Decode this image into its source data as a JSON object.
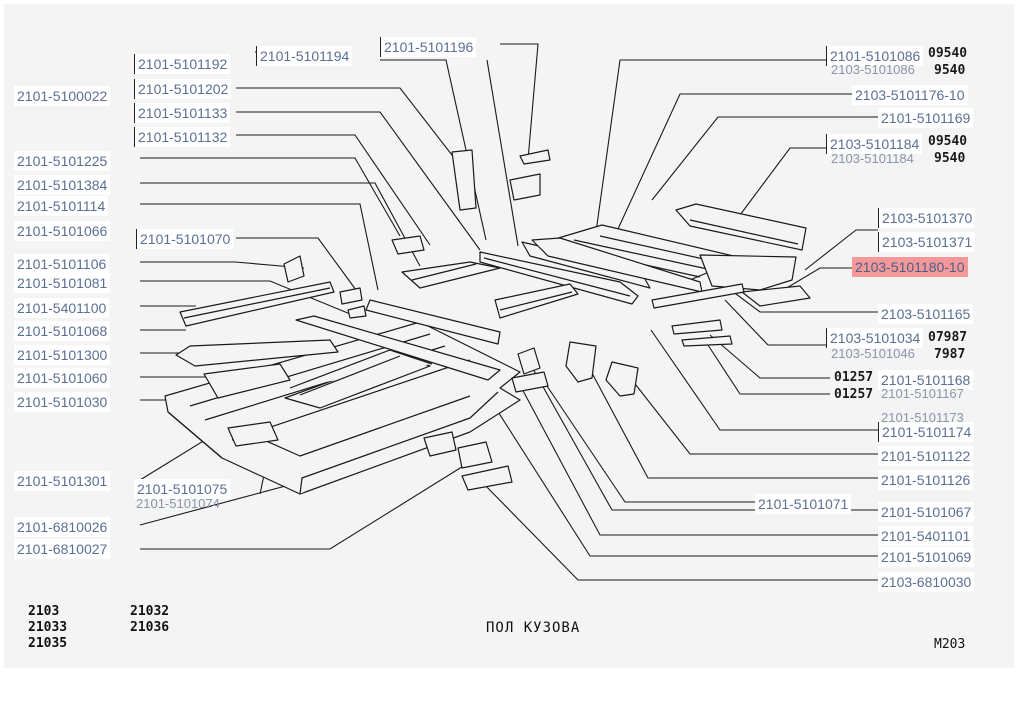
{
  "diagram": {
    "title": "ПОЛ КУЗОВА",
    "sheet_code": "M203",
    "models_left": [
      "2103",
      "21033",
      "21035"
    ],
    "models_right": [
      "21032",
      "21036"
    ],
    "callouts": [
      {
        "id": "2101-5100022",
        "text": "2101-5100022"
      },
      {
        "id": "2101-5101192",
        "text": "2101-5101192"
      },
      {
        "id": "2101-5101194",
        "text": "2101-5101194"
      },
      {
        "id": "2101-5101196",
        "text": "2101-5101196"
      },
      {
        "id": "2101-5101202",
        "text": "2101-5101202"
      },
      {
        "id": "2101-5101133",
        "text": "2101-5101133"
      },
      {
        "id": "2101-5101132",
        "text": "2101-5101132"
      },
      {
        "id": "2101-5101225",
        "text": "2101-5101225"
      },
      {
        "id": "2101-5101384",
        "text": "2101-5101384"
      },
      {
        "id": "2101-5101114",
        "text": "2101-5101114"
      },
      {
        "id": "2101-5101066",
        "text": "2101-5101066"
      },
      {
        "id": "2101-5101070",
        "text": "2101-5101070"
      },
      {
        "id": "2101-5101106",
        "text": "2101-5101106"
      },
      {
        "id": "2101-5101081",
        "text": "2101-5101081"
      },
      {
        "id": "2101-5401100",
        "text": "2101-5401100"
      },
      {
        "id": "2101-5101068",
        "text": "2101-5101068"
      },
      {
        "id": "2101-5101300",
        "text": "2101-5101300"
      },
      {
        "id": "2101-5101060",
        "text": "2101-5101060"
      },
      {
        "id": "2101-5101030",
        "text": "2101-5101030"
      },
      {
        "id": "2101-5101301",
        "text": "2101-5101301"
      },
      {
        "id": "2101-5101075",
        "text": "2101-5101075"
      },
      {
        "id": "2101-6810026",
        "text": "2101-6810026"
      },
      {
        "id": "2101-6810027",
        "text": "2101-6810027"
      },
      {
        "id": "2101-5101086",
        "text": "2101-5101086"
      },
      {
        "id": "2103-5101176-10",
        "text": "2103-5101176-10"
      },
      {
        "id": "2101-5101169",
        "text": "2101-5101169"
      },
      {
        "id": "2103-5101184",
        "text": "2103-5101184"
      },
      {
        "id": "2103-5101370",
        "text": "2103-5101370"
      },
      {
        "id": "2103-5101371",
        "text": "2103-5101371"
      },
      {
        "id": "2103-5101180-10",
        "text": "2103-5101180-10"
      },
      {
        "id": "2103-5101165",
        "text": "2103-5101165"
      },
      {
        "id": "2103-5101034",
        "text": "2103-5101034"
      },
      {
        "id": "2101-5101168",
        "text": "2101-5101168"
      },
      {
        "id": "2101-5101174",
        "text": "2101-5101174"
      },
      {
        "id": "2101-5101122",
        "text": "2101-5101122"
      },
      {
        "id": "2101-5101126",
        "text": "2101-5101126"
      },
      {
        "id": "2101-5101071",
        "text": "2101-5101071"
      },
      {
        "id": "2101-5101067",
        "text": "2101-5101067"
      },
      {
        "id": "2101-5401101",
        "text": "2101-5401101"
      },
      {
        "id": "2101-5101069",
        "text": "2101-5101069"
      },
      {
        "id": "2103-6810030",
        "text": "2103-6810030"
      }
    ],
    "print_codes": [
      {
        "id": "c1",
        "text": "09540"
      },
      {
        "id": "c2",
        "text": "9540"
      },
      {
        "id": "c3",
        "text": "09540"
      },
      {
        "id": "c4",
        "text": "9540"
      },
      {
        "id": "c5",
        "text": "07987"
      },
      {
        "id": "c6",
        "text": "7987"
      },
      {
        "id": "c7",
        "text": "01257"
      },
      {
        "id": "c8",
        "text": "01257"
      }
    ],
    "ghost_labels": [
      {
        "id": "g1",
        "text": "2103-5101086"
      },
      {
        "id": "g2",
        "text": "2103-5101184"
      },
      {
        "id": "g3",
        "text": "2103-5101046"
      },
      {
        "id": "g4",
        "text": "2101-5101167"
      },
      {
        "id": "g5",
        "text": "2101-5101173"
      },
      {
        "id": "g6",
        "text": "2101-5101074"
      }
    ],
    "colors": {
      "label_text": "#5b6f92",
      "highlight": "#f6989a",
      "line": "#1a1a1a",
      "paper": "#f4f4f4"
    }
  }
}
